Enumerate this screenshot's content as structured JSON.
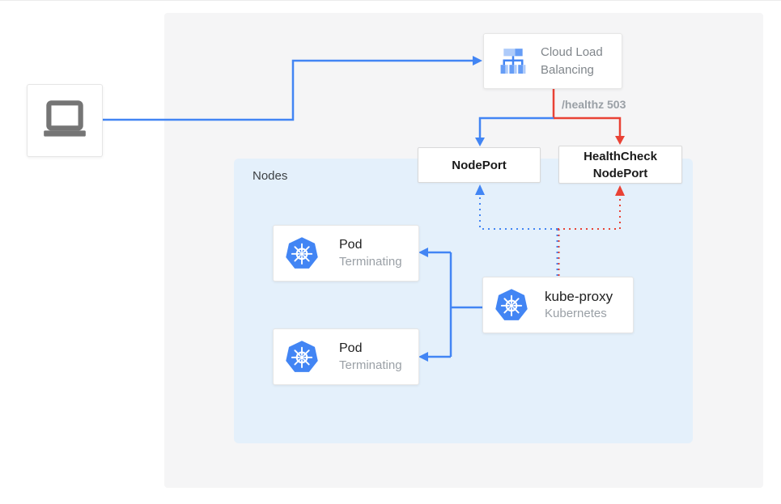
{
  "palette": {
    "blue": "#4285f4",
    "red": "#e94235",
    "panel_bg": "#f5f5f6",
    "nodes_bg": "#e4f0fb",
    "k8s_blue": "#4285f4",
    "clb_light_blue": "#aecbfa",
    "clb_mid_blue": "#669df6",
    "laptop_gray": "#757575",
    "text_dark": "#212121",
    "text_gray": "#9aa0a6"
  },
  "client": {
    "icon": "laptop"
  },
  "cloud_load_balancing": {
    "label": "Cloud Load Balancing",
    "icon": "cloud-load-balancing"
  },
  "healthz_badge": "/healthz 503",
  "nodeport": {
    "label": "NodePort"
  },
  "healthcheck_nodeport": {
    "label": "HealthCheck NodePort"
  },
  "nodes_group": {
    "label": "Nodes"
  },
  "pods": [
    {
      "title": "Pod",
      "subtitle": "Terminating",
      "icon": "kubernetes"
    },
    {
      "title": "Pod",
      "subtitle": "Terminating",
      "icon": "kubernetes"
    }
  ],
  "kube_proxy": {
    "title": "kube-proxy",
    "subtitle": "Kubernetes",
    "icon": "kubernetes"
  }
}
